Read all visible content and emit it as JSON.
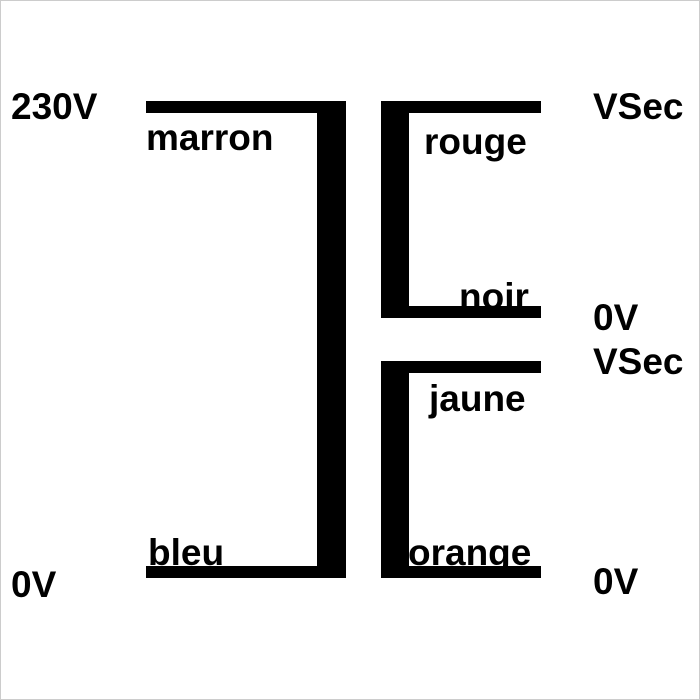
{
  "diagram": {
    "type": "transformer-wiring-schematic",
    "colors": {
      "line": "#000000",
      "background": "#ffffff",
      "text": "#000000"
    },
    "primary": {
      "top_terminal": "230V",
      "top_wire": "marron",
      "bottom_wire": "bleu",
      "bottom_terminal": "0V"
    },
    "secondary1": {
      "top_wire": "rouge",
      "top_terminal": "VSec",
      "bottom_wire": "noir",
      "bottom_terminal": "0V"
    },
    "secondary2": {
      "top_terminal": "VSec",
      "top_wire": "jaune",
      "bottom_wire": "orange",
      "bottom_terminal": "0V"
    }
  }
}
